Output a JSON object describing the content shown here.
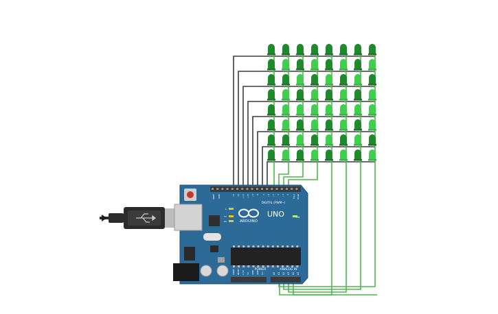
{
  "board": {
    "brand": "ARDUINO",
    "model": "UNO",
    "digital_label": "DIGITAL (PWM~)",
    "power_label": "POWER",
    "analog_label": "ANALOG IN",
    "on_label": "ON",
    "l_label": "L",
    "tx_label": "TX",
    "rx_label": "RX",
    "aref_label": "AREF",
    "gnd_label": "GND",
    "ioref_label": "IOREF",
    "reset_label": "RESET",
    "v33_label": "3.3V",
    "v5_label": "5V",
    "vin_label": "Vin",
    "tx1_label": "TX▸1",
    "rx0_label": "RX◂0",
    "digital_pins": [
      "13",
      "12",
      "~11",
      "~10",
      "~9",
      "8",
      "7",
      "~6",
      "~5",
      "4",
      "~3",
      "2"
    ],
    "analog_pins": [
      "A0",
      "A1",
      "A2",
      "A3",
      "A4",
      "A5"
    ]
  },
  "colors": {
    "board": "#2c6b98",
    "board_edge": "#1d4e74",
    "header": "#3a3a3a",
    "led_dark": "#1f8a2c",
    "led_light": "#3fcf4c",
    "wire_black": "#3a3a3a",
    "wire_green": "#4cb84a",
    "usb": "#2b2b2b"
  },
  "matrix": {
    "rows": 8,
    "cols": 8
  }
}
